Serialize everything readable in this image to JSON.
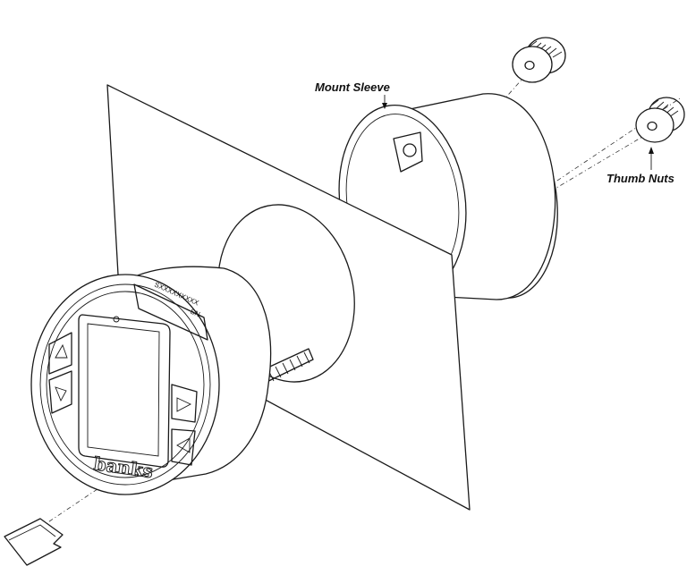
{
  "labels": {
    "mount_sleeve": "Mount Sleeve",
    "thumb_nuts": "Thumb Nuts"
  },
  "gauge": {
    "brand": "banks",
    "serial": "SN-",
    "serial_value": "SXXXXXXXXX"
  }
}
